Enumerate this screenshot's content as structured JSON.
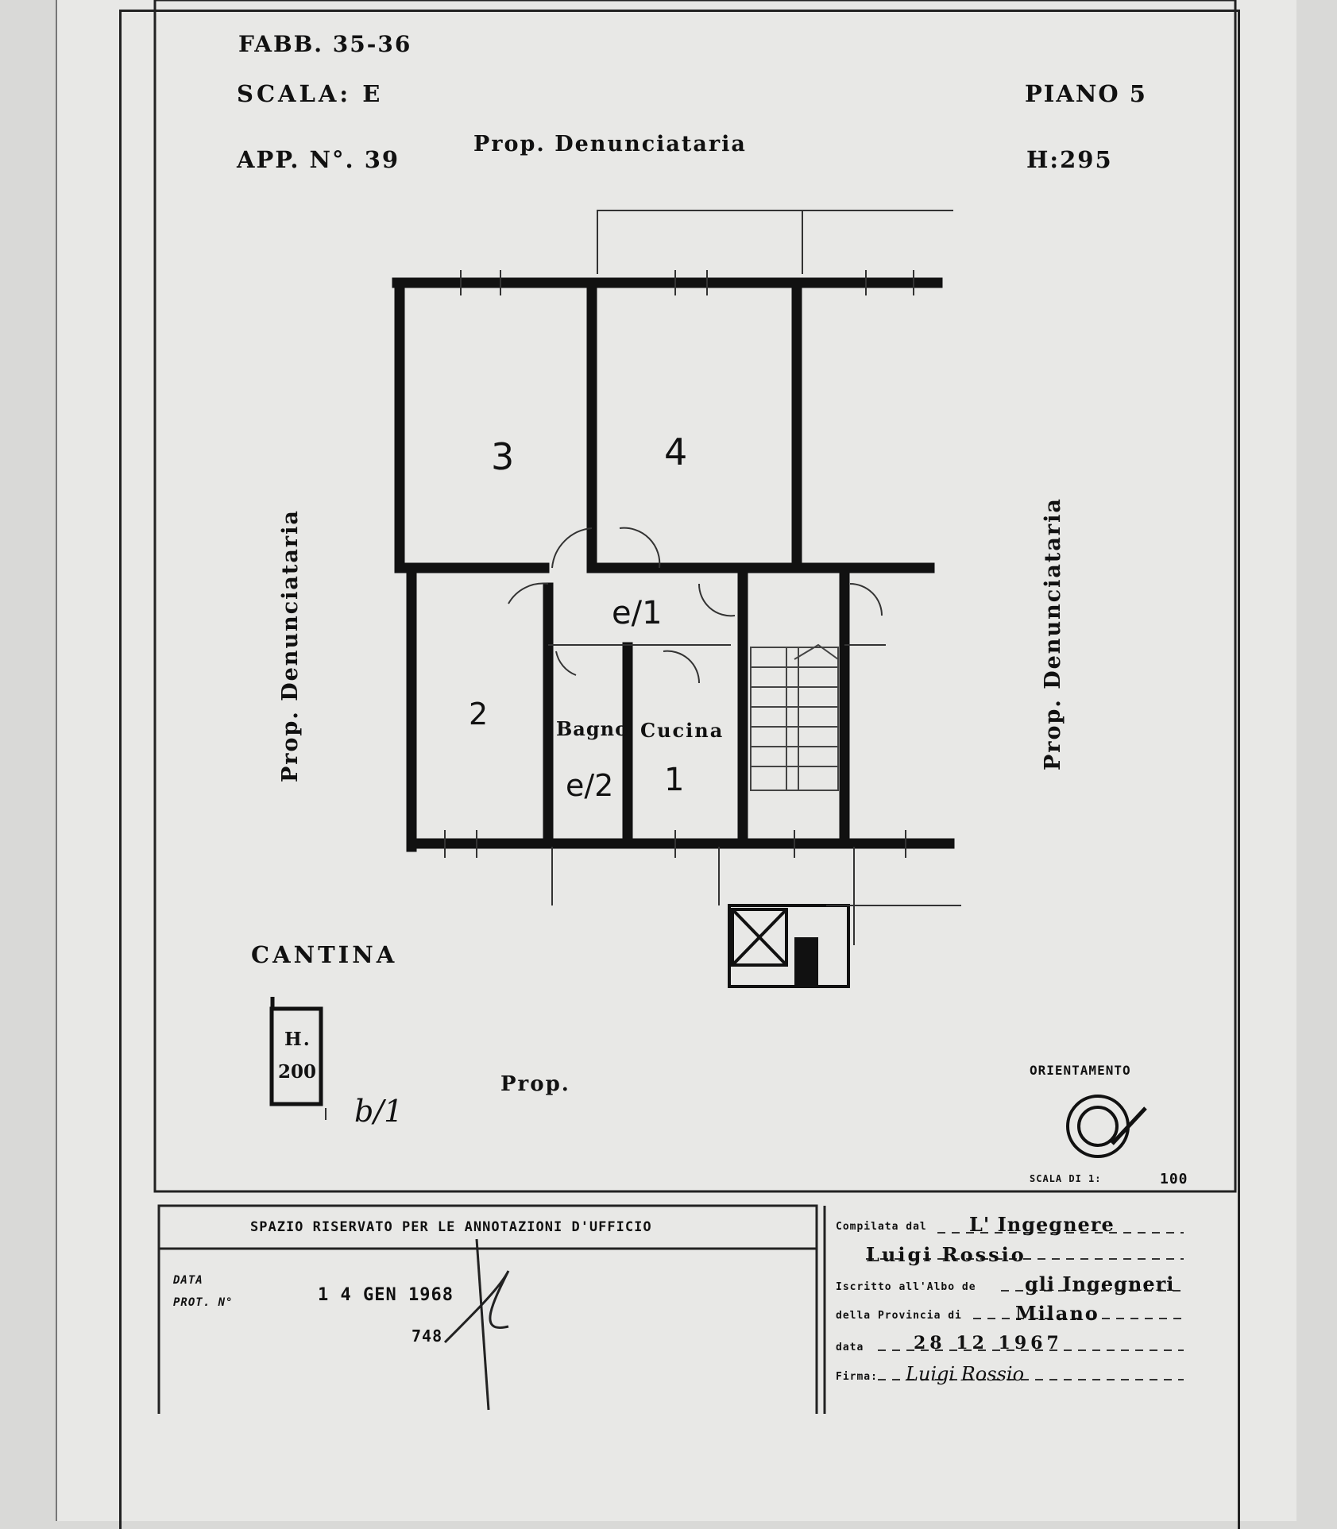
{
  "header": {
    "fabb": "FABB. 35-36",
    "scala": "SCALA: E",
    "app": "APP. N°. 39",
    "owner_top": "Prop. Denunciataria",
    "piano": "PIANO 5",
    "height": "H:295"
  },
  "sides": {
    "left": "Prop. Denunciataria",
    "right": "Prop. Denunciataria"
  },
  "rooms": {
    "r3": "3",
    "r4": "4",
    "r2": "2",
    "r1": "1",
    "disimpegno": "e/1",
    "bagno_num": "e/2",
    "bagno": "Bagno",
    "cucina": "Cucina"
  },
  "cantina": {
    "title": "CANTINA",
    "h_label": "H.",
    "h_value": "200",
    "prop": "Prop.",
    "ref": "b/1"
  },
  "compass": {
    "label": "ORIENTAMENTO",
    "scale_label": "SCALA DI 1:",
    "scale_value": "100"
  },
  "office_box": {
    "title": "SPAZIO RISERVATO PER LE ANNOTAZIONI D'UFFICIO",
    "data_label": "DATA",
    "prot_label": "PROT. N°",
    "date_stamp": "1 4 GEN 1968",
    "prot_value": "748"
  },
  "compiler": {
    "compilata_label": "Compilata dal",
    "title": "L' Ingegnere",
    "name": "Luigi Rossio",
    "iscritto_label": "Iscritto all'Albo de",
    "albo": "gli Ingegneri",
    "provincia_label": "della Provincia di",
    "provincia": "Milano",
    "data_label": "data",
    "data": "28 12 1967",
    "firma_label": "Firma:",
    "firma": "Luigi Rossio"
  }
}
